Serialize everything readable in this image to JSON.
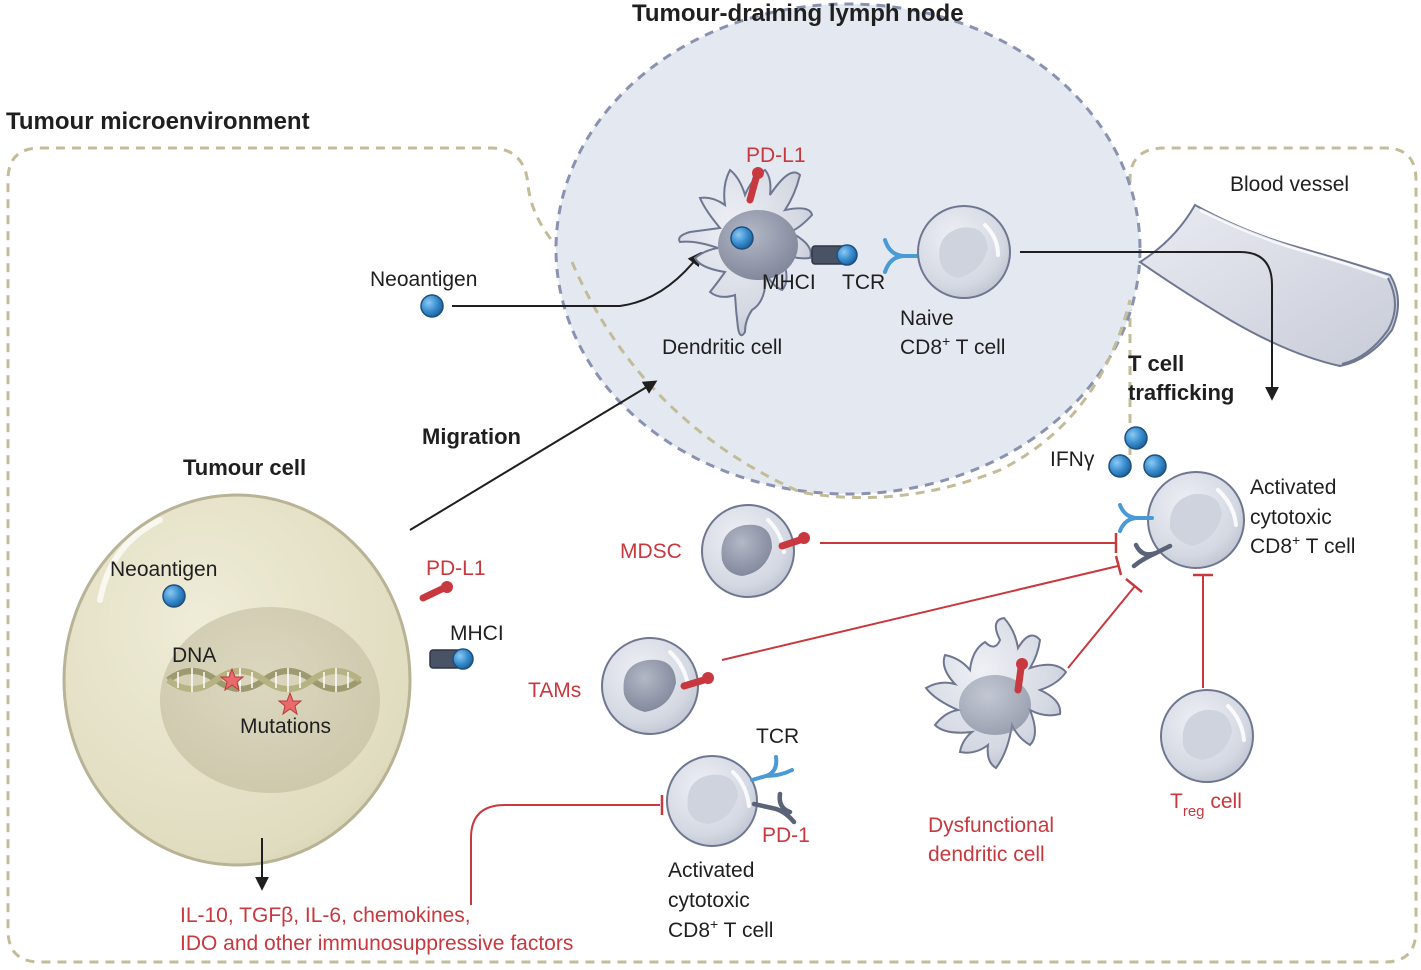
{
  "titles": {
    "lymph_node": "Tumour-draining lymph node",
    "microenvironment": "Tumour microenvironment",
    "blood_vessel": "Blood vessel"
  },
  "labels": {
    "tumour_cell": "Tumour cell",
    "neoantigen_tumour": "Neoantigen",
    "dna": "DNA",
    "mutations": "Mutations",
    "pdl1_tumour": "PD-L1",
    "mhci_tumour": "MHCI",
    "factors_line1": "IL-10, TGFβ, IL-6, chemokines,",
    "factors_line2": "IDO and other immunosuppressive factors",
    "migration": "Migration",
    "neoantigen_ln": "Neoantigen",
    "pdl1_dc": "PD-L1",
    "mhci_dc": "MHCI",
    "tcr_ln": "TCR",
    "dendritic_cell": "Dendritic cell",
    "naive_line1": "Naive",
    "naive_line2_pre": "CD8",
    "naive_line2_sup": "+",
    "naive_line2_post": " T cell",
    "trafficking_line1": "T cell",
    "trafficking_line2": "trafficking",
    "ifng": "IFNγ",
    "act_right_line1": "Activated",
    "act_right_line2": "cytotoxic",
    "act_right_line3_pre": "CD8",
    "act_right_line3_sup": "+",
    "act_right_line3_post": " T cell",
    "mdsc": "MDSC",
    "tams": "TAMs",
    "tcr_bottom": "TCR",
    "pd1": "PD-1",
    "act_bottom_line1": "Activated",
    "act_bottom_line2": "cytotoxic",
    "act_bottom_line3_pre": "CD8",
    "act_bottom_line3_sup": "+",
    "act_bottom_line3_post": " T cell",
    "dys_line1": "Dysfunctional",
    "dys_line2": "dendritic cell",
    "treg_main": "T",
    "treg_sub": "reg",
    "treg_post": " cell"
  },
  "colors": {
    "red": "#c8383f",
    "dark_text": "#1f1f1f",
    "tumour_fill": "#e3e0c8",
    "tumour_border": "#b8b395",
    "microenv_dash": "#c2bc99",
    "lymph_fill": "#e4e8f0",
    "lymph_dash": "#8a92b0",
    "cell_grey": "#d7dae3",
    "nucleus_grey": "#9aa0b2",
    "neoantigen_blue": "#3a8fd0",
    "tcr_blue": "#4a9ad6",
    "pd1_grey": "#5a6378",
    "mhc_dark": "#4a5266"
  }
}
